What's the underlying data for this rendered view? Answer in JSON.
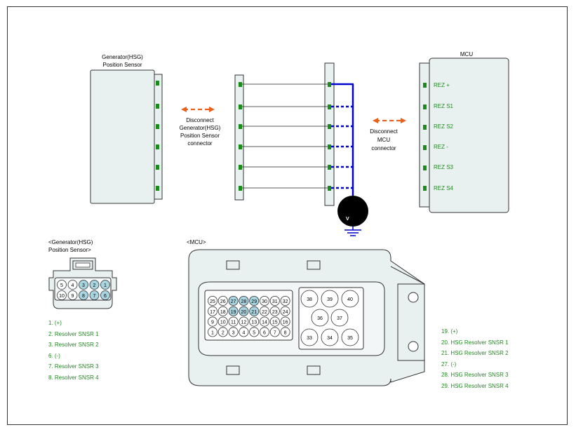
{
  "hsg_sensor": {
    "title_line1": "Generator(HSG)",
    "title_line2": "Position Sensor"
  },
  "mcu": {
    "title": "MCU",
    "pins": [
      "REZ +",
      "REZ S1",
      "REZ S2",
      "REZ -",
      "REZ S3",
      "REZ S4"
    ]
  },
  "disconnect_left": [
    "Disconnect",
    "Generator(HSG)",
    "Position Sensor",
    "connector"
  ],
  "disconnect_right": [
    "Disconnect",
    "MCU",
    "connector"
  ],
  "voltmeter_label": "V",
  "hsg_connector": {
    "title_line1": "<Generator(HSG)",
    "title_line2": "Position Sensor>",
    "top_row": [
      "5",
      "4",
      "3",
      "2",
      "1"
    ],
    "bottom_row": [
      "10",
      "9",
      "8",
      "7",
      "6"
    ],
    "highlighted": [
      "3",
      "2",
      "1",
      "8",
      "7",
      "6"
    ],
    "pins": [
      "1. (+)",
      "2. Resolver SNSR 1",
      "3. Resolver SNSR 2",
      "6. (-)",
      "7. Resolver SNSR 3",
      "8. Resolver SNSR 4"
    ]
  },
  "mcu_connector": {
    "title": "<MCU>",
    "rows": [
      [
        "25",
        "26",
        "27",
        "28",
        "29",
        "30",
        "31",
        "32"
      ],
      [
        "17",
        "18",
        "19",
        "20",
        "21",
        "22",
        "23",
        "24"
      ],
      [
        "9",
        "10",
        "11",
        "12",
        "13",
        "14",
        "15",
        "16"
      ],
      [
        "1",
        "2",
        "3",
        "4",
        "5",
        "6",
        "7",
        "8"
      ]
    ],
    "highlighted": [
      "27",
      "28",
      "29",
      "19",
      "20",
      "21"
    ],
    "large_pins": [
      "38",
      "39",
      "40",
      "36",
      "37",
      "33",
      "34",
      "35"
    ],
    "pins": [
      "19. (+)",
      "20. HSG Resolver SNSR 1",
      "21. HSG Resolver SNSR 2",
      "27. (-)",
      "28. HSG Resolver SNSR 3",
      "29. HSG Resolver SNSR 4"
    ]
  },
  "colors": {
    "pin_green": "#1a8c1a",
    "probe_blue": "#0000cc",
    "arrow_orange": "#e8601c",
    "pin_highlight": "#a8d4e0",
    "box_fill": "#e8f0f0"
  }
}
